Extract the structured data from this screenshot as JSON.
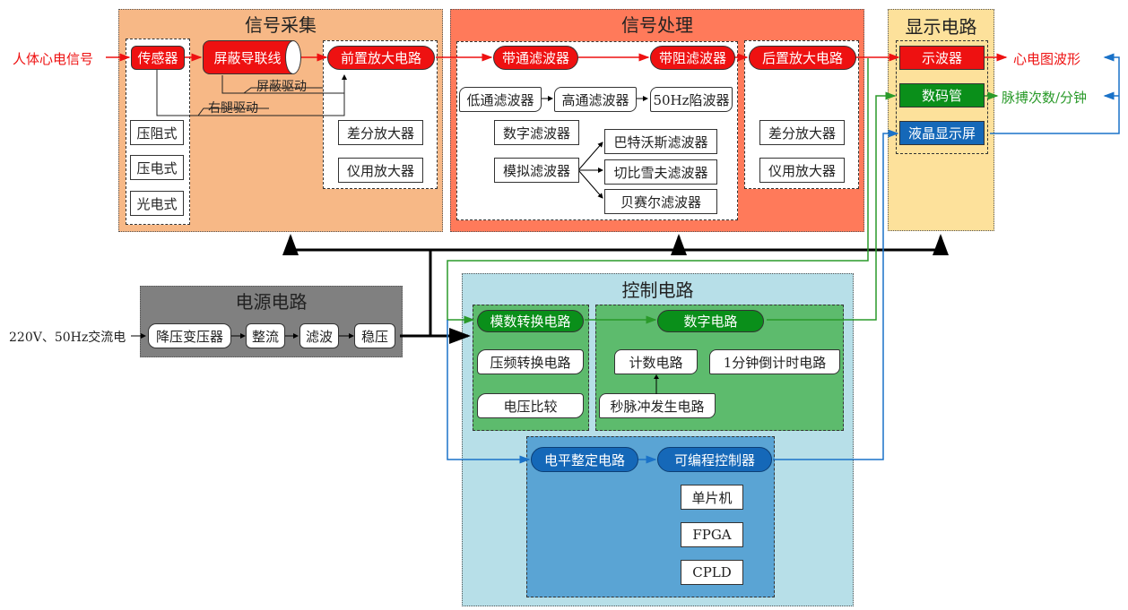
{
  "input_signal": "人体心电信号",
  "acquisition": {
    "title": "信号采集",
    "sensor": "传感器",
    "sensor_types": [
      "压阻式",
      "压电式",
      "光电式"
    ],
    "shield_lead": "屏蔽导联线",
    "shield_drive": "屏蔽驱动",
    "right_leg_drive": "右腿驱动",
    "preamp": "前置放大电路",
    "preamp_types": [
      "差分放大器",
      "仪用放大器"
    ]
  },
  "processing": {
    "title": "信号处理",
    "bandpass": "带通滤波器",
    "bandstop": "带阻滤波器",
    "chain": [
      "低通滤波器",
      "高通滤波器",
      "50Hz陷波器"
    ],
    "digital_filter": "数字滤波器",
    "analog_filter": "模拟滤波器",
    "analog_types": [
      "巴特沃斯滤波器",
      "切比雪夫滤波器",
      "贝赛尔滤波器"
    ],
    "postamp": "后置放大电路",
    "postamp_types": [
      "差分放大器",
      "仪用放大器"
    ]
  },
  "display": {
    "title": "显示电路",
    "oscilloscope": "示波器",
    "nixie": "数码管",
    "lcd": "液晶显示屏",
    "output_waveform": "心电图波形",
    "output_rate": "脉搏次数/分钟"
  },
  "power": {
    "title": "电源电路",
    "input": "220V、50Hz交流电",
    "stages": [
      "降压变压器",
      "整流",
      "滤波",
      "稳压"
    ]
  },
  "control": {
    "title": "控制电路",
    "adc": "模数转换电路",
    "adc_types": [
      "压频转换电路",
      "电压比较"
    ],
    "digital": "数字电路",
    "counter": "计数电路",
    "countdown": "1分钟倒计时电路",
    "second_pulse": "秒脉冲发生电路",
    "level_shift": "电平整定电路",
    "plc": "可编程控制器",
    "plc_types": [
      "单片机",
      "FPGA",
      "CPLD"
    ]
  },
  "colors": {
    "acq_bg": "#f7b886",
    "proc_bg": "#ff7a5a",
    "disp_bg": "#fde19b",
    "power_bg": "#808080",
    "ctrl_bg": "#b7dfe8",
    "digital_bg": "#5dbb6d",
    "plc_bg": "#5aa4d4",
    "signal_red": "#ee1111",
    "signal_green": "#2a9a2a",
    "signal_blue": "#1a72c8"
  }
}
